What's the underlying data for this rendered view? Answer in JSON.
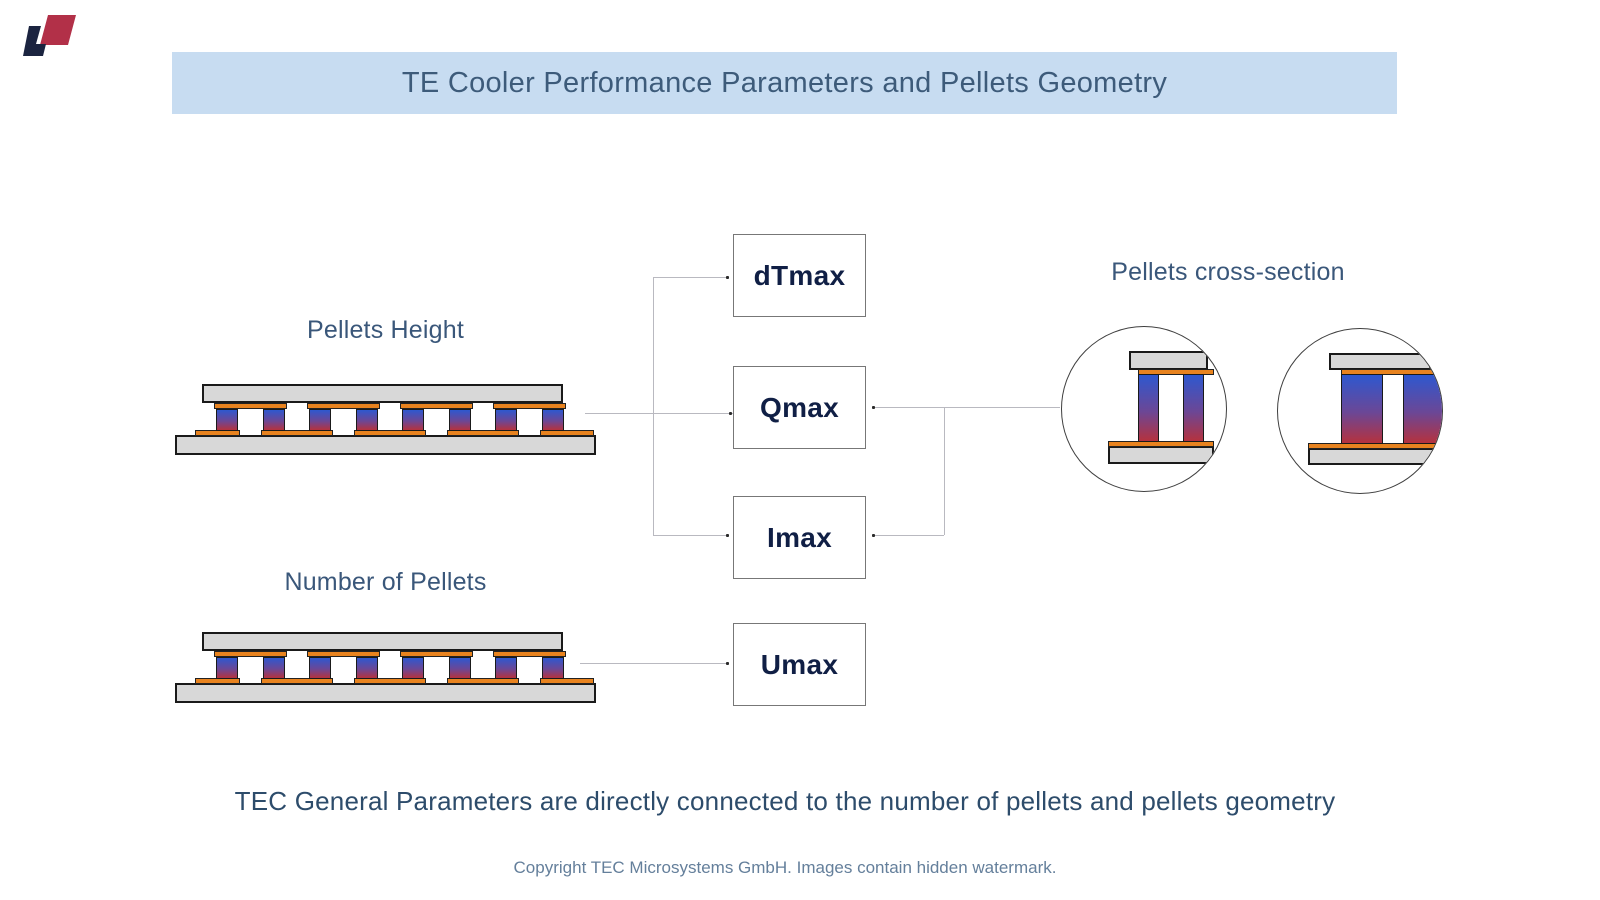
{
  "banner": {
    "title": "TE Cooler Performance Parameters and Pellets Geometry"
  },
  "diagram": {
    "modules": [
      {
        "label": "Pellets Height"
      },
      {
        "label": "Number of Pellets"
      }
    ],
    "parameters": [
      {
        "label": "dTmax"
      },
      {
        "label": "Qmax"
      },
      {
        "label": "Imax"
      },
      {
        "label": "Umax"
      }
    ],
    "cross_section": {
      "label": "Pellets cross-section",
      "variants": [
        {
          "name": "tall-thin-pellets"
        },
        {
          "name": "wide-pellets"
        }
      ]
    },
    "tec_module": {
      "pellet_count": 8
    }
  },
  "footer": {
    "note": "TEC General Parameters are directly connected to the number of pellets and pellets geometry",
    "copyright": "Copyright TEC Microsystems GmbH. Images contain hidden watermark."
  },
  "colors": {
    "banner_bg": "#c7dcf1",
    "heading_text": "#3d5b7a",
    "label_text": "#3a577a",
    "box_text": "#101f45",
    "note_text": "#2d4c6b",
    "copyright_text": "#647f9b",
    "connector_line": "#b9b9c0",
    "ceramic_plate": "#d8d8d8",
    "conductor_orange": "#e8831f",
    "pellet_blue": "#2e58cf",
    "pellet_mid": "#6b4796",
    "pellet_red": "#b5323e",
    "logo_navy": "#1b2440",
    "logo_red": "#b23048"
  }
}
